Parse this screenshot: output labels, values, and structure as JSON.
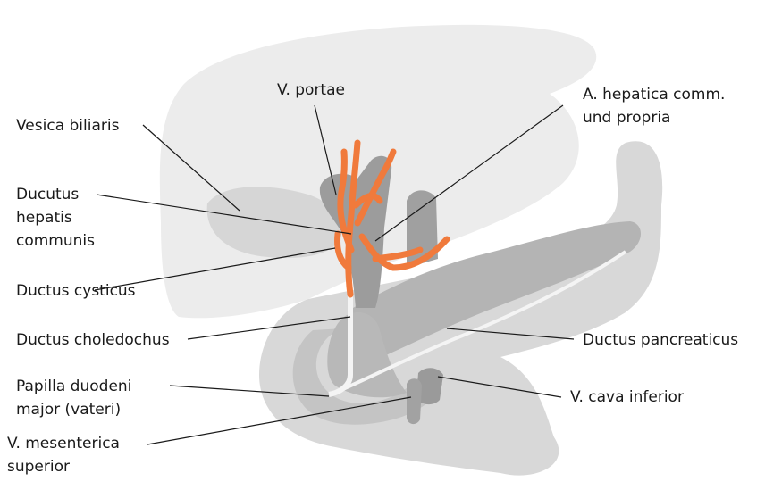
{
  "colors": {
    "liver": "#ececec",
    "organ_light": "#dcdcdc",
    "organ_mid": "#c2c2c2",
    "vessel_dark": "#9c9c9c",
    "duct_pale": "#f4f4f4",
    "artery": "#f07a3c",
    "text": "#1a1a1a"
  },
  "labels": {
    "v_portae": [
      "V. portae"
    ],
    "a_hepatica": [
      "A. hepatica comm.",
      "und propria"
    ],
    "vesica_biliaris": [
      "Vesica biliaris"
    ],
    "ductus_hepatis": [
      "Ducutus",
      "hepatis",
      "communis"
    ],
    "ductus_cysticus": [
      "Ductus cysticus"
    ],
    "ductus_choledochus": [
      "Ductus choledochus"
    ],
    "ductus_pancreaticus": [
      "Ductus pancreaticus"
    ],
    "papilla": [
      "Papilla duodeni",
      "major (vateri)"
    ],
    "v_cava": [
      "V. cava inferior"
    ],
    "v_mesenterica": [
      "V. mesenterica",
      "superior"
    ]
  }
}
